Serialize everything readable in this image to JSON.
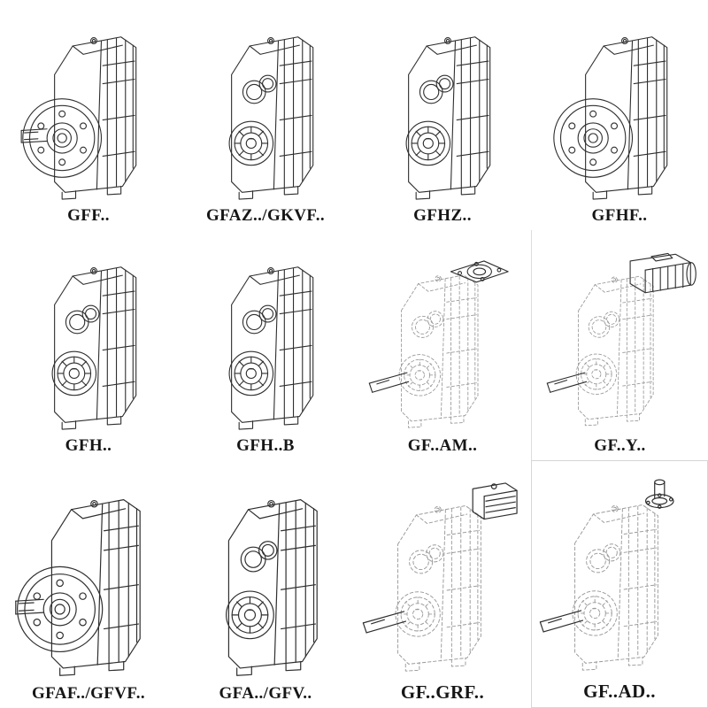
{
  "page": {
    "background": "#ffffff",
    "line_color": "#2f2f2f",
    "ghost_line_color": "#9a9a9a",
    "label_color": "#161616"
  },
  "cells": [
    {
      "label": "GFF..",
      "drawing": "gearbox-output-flange-with-shaft-drawing"
    },
    {
      "label": "GFAZ../GKVF..",
      "drawing": "gearbox-hollow-bore-drawing"
    },
    {
      "label": "GFHZ..",
      "drawing": "gearbox-hollow-bore-drawing"
    },
    {
      "label": "GFHF..",
      "drawing": "gearbox-output-flange-drawing"
    },
    {
      "label": "GFH..",
      "drawing": "gearbox-hollow-bore-drawing"
    },
    {
      "label": "GFH..B",
      "drawing": "gearbox-hollow-bore-foot-drawing"
    },
    {
      "label": "GF..AM..",
      "drawing": "gearbox-input-flange-adapter-dashed-drawing"
    },
    {
      "label": "GF..Y..",
      "drawing": "gearbox-with-mounted-motor-dashed-drawing"
    },
    {
      "label": "GFAF../GFVF..",
      "drawing": "gearbox-output-flange-with-shaft-drawing"
    },
    {
      "label": "GFA../GFV..",
      "drawing": "gearbox-hollow-bore-drawing"
    },
    {
      "label": "GF..GRF..",
      "drawing": "gearbox-input-adapter-box-dashed-drawing"
    },
    {
      "label": "GF..AD..",
      "drawing": "gearbox-top-input-shaft-dashed-drawing"
    }
  ]
}
